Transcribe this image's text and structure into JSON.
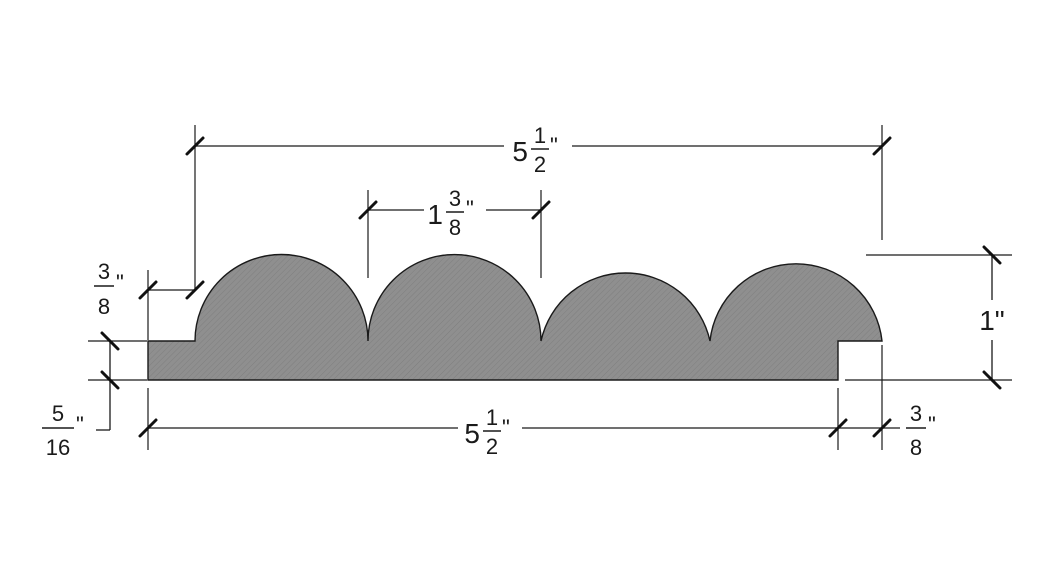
{
  "colors": {
    "profile_fill": "#8f8f8f",
    "line": "#1a1a1a",
    "background": "#ffffff"
  },
  "dimensions": {
    "overall_top": {
      "whole": "5",
      "num": "1",
      "den": "2",
      "unit": "\""
    },
    "bead_spacing": {
      "whole": "1",
      "num": "3",
      "den": "8",
      "unit": "\""
    },
    "lip_height": {
      "num": "3",
      "den": "8",
      "unit": "\""
    },
    "body_thickness": {
      "num": "5",
      "den": "16",
      "unit": "\""
    },
    "total_height": {
      "text": "1\""
    },
    "overall_bottom": {
      "whole": "5",
      "num": "1",
      "den": "2",
      "unit": "\""
    },
    "tongue_width": {
      "num": "3",
      "den": "8",
      "unit": "\""
    }
  }
}
